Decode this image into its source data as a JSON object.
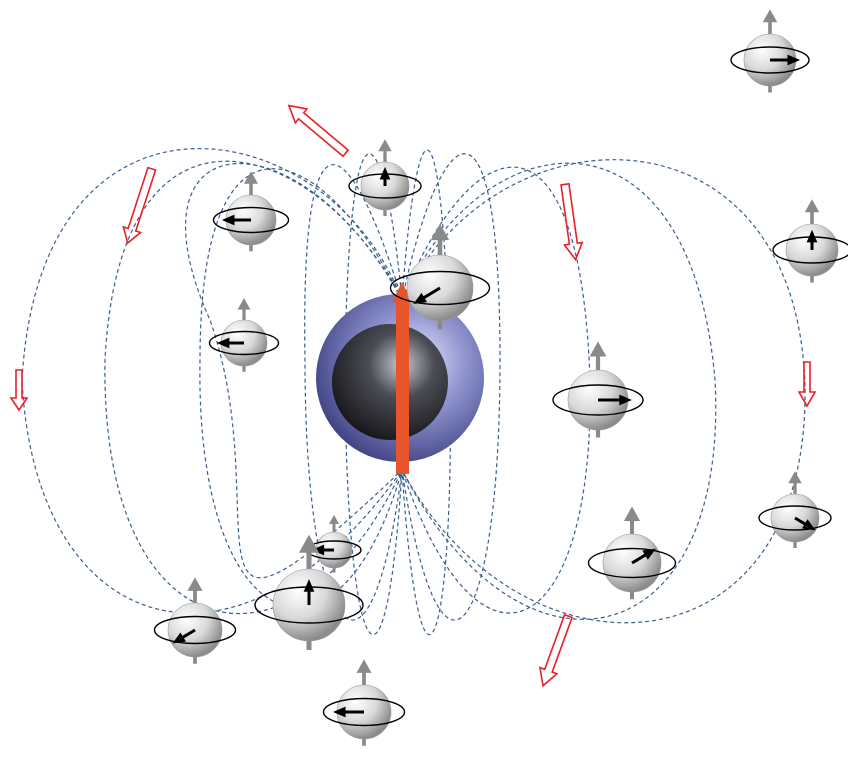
{
  "diagram": {
    "colors": {
      "background": "#ffffff",
      "field_line": "#3a5f8f",
      "field_arrow": "#e8202a",
      "central_moment": "#e8552a",
      "nucleus_outer": "#8a8ec4",
      "nucleus_inner": "#2a2a2e",
      "spin_sphere": "#d8d8d8",
      "spin_axis": "#8a8a8a",
      "precession_ring": "#000000",
      "spin_vector": "#000000"
    },
    "field_arrows": [
      {
        "id": "left-outer",
        "direction": "down"
      },
      {
        "id": "upper-left",
        "direction": "down"
      },
      {
        "id": "top-center",
        "direction": "up-left"
      },
      {
        "id": "right-upper",
        "direction": "down"
      },
      {
        "id": "right-outer",
        "direction": "down"
      },
      {
        "id": "lower-right",
        "direction": "down"
      }
    ],
    "spins": [
      {
        "id": "spin-top-right",
        "vector_direction": "right"
      },
      {
        "id": "spin-top-center",
        "vector_direction": "up"
      },
      {
        "id": "spin-upper-left",
        "vector_direction": "left"
      },
      {
        "id": "spin-near-nucleus",
        "vector_direction": "down-left"
      },
      {
        "id": "spin-right-upper",
        "vector_direction": "up"
      },
      {
        "id": "spin-mid-left",
        "vector_direction": "left"
      },
      {
        "id": "spin-mid-right",
        "vector_direction": "right"
      },
      {
        "id": "spin-right-lower",
        "vector_direction": "down-right"
      },
      {
        "id": "spin-lower-center-small",
        "vector_direction": "left"
      },
      {
        "id": "spin-lower-right",
        "vector_direction": "up-right"
      },
      {
        "id": "spin-lower-center",
        "vector_direction": "up"
      },
      {
        "id": "spin-lower-left",
        "vector_direction": "down-left"
      },
      {
        "id": "spin-bottom",
        "vector_direction": "left"
      }
    ]
  }
}
